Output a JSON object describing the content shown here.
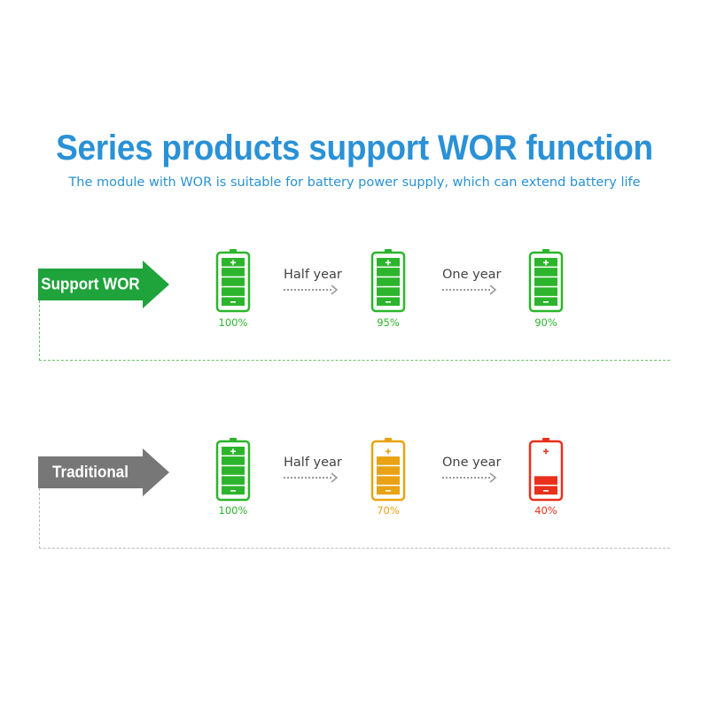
{
  "header": {
    "title": "Series products support WOR function",
    "subtitle": "The module with WOR is suitable for battery power supply, which can extend battery life"
  },
  "rows": [
    {
      "label": "Support WOR",
      "color": "#1fa33b",
      "line_color": "#6bc46b",
      "batteries": [
        {
          "percent": "100%",
          "color": "#2cb52c",
          "level": 1.0
        },
        {
          "percent": "95%",
          "color": "#2cb52c",
          "level": 0.95
        },
        {
          "percent": "90%",
          "color": "#2cb52c",
          "level": 0.9
        }
      ],
      "steps": [
        "Half year",
        "One year"
      ]
    },
    {
      "label": "Traditional",
      "color": "#777777",
      "line_color": "#bbbbbb",
      "batteries": [
        {
          "percent": "100%",
          "color": "#2cb52c",
          "level": 1.0
        },
        {
          "percent": "70%",
          "color": "#e9a213",
          "level": 0.7
        },
        {
          "percent": "40%",
          "color": "#e8301c",
          "level": 0.4
        }
      ],
      "steps": [
        "Half year",
        "One year"
      ]
    }
  ],
  "icons": {
    "battery": "battery-icon",
    "arrow": "dotted-arrow-icon",
    "tag": "arrow-tag-shape"
  }
}
